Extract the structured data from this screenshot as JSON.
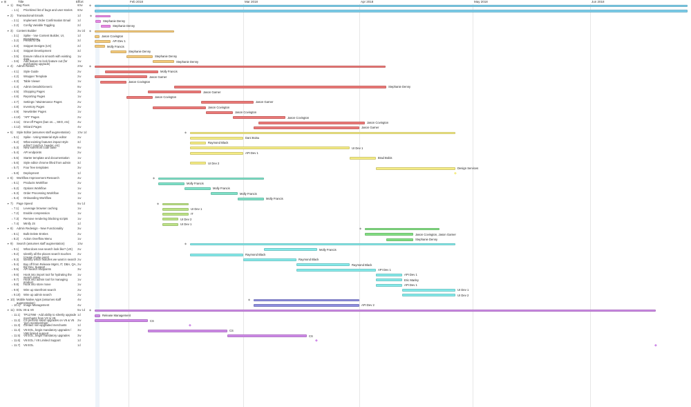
{
  "header": {
    "title": "Title",
    "effort": "Effort",
    "left_icons": "▸ ⊞"
  },
  "months": [
    "Feb 2018",
    "Mar 2018",
    "Apr 2018",
    "May 2018",
    "Jun 2018"
  ],
  "colors": {
    "blue": "#7dcfec",
    "pink": "#e88ae6",
    "orange": "#f3c97b",
    "red": "#ec7a78",
    "yellow": "#f5ec86",
    "teal": "#7fe1c8",
    "lime": "#bde387",
    "green": "#83df83",
    "cyan": "#86eaea",
    "indigo": "#8f8fe0",
    "purple": "#cf8be8"
  },
  "rows": [
    {
      "num": "1)",
      "title": "Bug Fixes",
      "effort": "60w",
      "group": true,
      "color": "blue",
      "start": 137,
      "end": 995,
      "label": ""
    },
    {
      "num": "1.1)",
      "title": "Prioritized list of bugs and user stories",
      "effort": "60w",
      "color": "blue",
      "start": 137,
      "end": 995,
      "label": ""
    },
    {
      "num": "2)",
      "title": "Transactional Emails",
      "effort": "1d",
      "group": true,
      "color": "pink",
      "start": 138,
      "end": 160,
      "label": ""
    },
    {
      "num": "2.1)",
      "title": "Implement Order Confirmation Email",
      "effort": "1d",
      "color": "pink",
      "start": 138,
      "end": 146,
      "label": "Stephanie Denny"
    },
    {
      "num": "2.2)",
      "title": "Config Variable Toggling",
      "effort": "2d",
      "color": "pink",
      "start": 146,
      "end": 160,
      "label": "Stephanie Denny"
    },
    {
      "num": "3)",
      "title": "Content Builder",
      "effort": "3w 2d",
      "group": true,
      "color": "orange",
      "start": 137,
      "end": 252,
      "label": ""
    },
    {
      "num": "3.1)",
      "title": "Spike - Vue Content Builder, UI, Persistence",
      "effort": "1d",
      "color": "orange",
      "start": 137,
      "end": 144,
      "label": "Jason Covington"
    },
    {
      "num": "3.2)",
      "title": "Persist to DB",
      "effort": "3d",
      "color": "orange",
      "start": 137,
      "end": 160,
      "label": "API Dev 1"
    },
    {
      "num": "3.3)",
      "title": "Snippet Designs (UX)",
      "effort": "2d",
      "color": "orange",
      "start": 137,
      "end": 152,
      "label": "Molly Francis"
    },
    {
      "num": "3.4)",
      "title": "Snippet Development",
      "effort": "3d",
      "color": "orange",
      "start": 160,
      "end": 183,
      "label": "Stephanie Denny"
    },
    {
      "num": "3.5)",
      "title": "Ensure rollout is smooth with existing data",
      "effort": "1w",
      "color": "orange",
      "start": 183,
      "end": 221,
      "label": "Stephanie Denny"
    },
    {
      "num": "3.6)",
      "title": "Add feature to lock feature out (for purchasing upgrade)",
      "effort": "1w",
      "color": "orange",
      "start": 221,
      "end": 252,
      "label": "Stephanie Denny"
    },
    {
      "num": "4)",
      "title": "Admin Reskin",
      "effort": "20w",
      "group": true,
      "color": "red",
      "start": 137,
      "end": 558,
      "label": ""
    },
    {
      "num": "4.1)",
      "title": "Style Guide",
      "effort": "2w",
      "color": "red",
      "start": 152,
      "end": 229,
      "label": "Molly Francis"
    },
    {
      "num": "4.2)",
      "title": "Wrapper Template",
      "effort": "2w",
      "color": "red",
      "start": 137,
      "end": 213,
      "label": "Jason Garner"
    },
    {
      "num": "4.3)",
      "title": "Table Viewer",
      "effort": "1w",
      "color": "red",
      "start": 145,
      "end": 183,
      "label": "Jason Covington"
    },
    {
      "num": "4.4)",
      "title": "Admin Details/Generic",
      "effort": "8w",
      "color": "red",
      "start": 252,
      "end": 559,
      "label": "Stephanie Denny"
    },
    {
      "num": "4.5)",
      "title": "Shopping Pages",
      "effort": "2w",
      "color": "red",
      "start": 214,
      "end": 291,
      "label": "Jason Garner"
    },
    {
      "num": "4.6)",
      "title": "Reporting Pages",
      "effort": "1w",
      "color": "red",
      "start": 183,
      "end": 221,
      "label": "Jason Covington"
    },
    {
      "num": "4.7)",
      "title": "Settings / Maintenance Pages",
      "effort": "2w",
      "color": "red",
      "start": 291,
      "end": 367,
      "label": "Jason Garner"
    },
    {
      "num": "4.8)",
      "title": "Inventory Pages",
      "effort": "2w",
      "color": "red",
      "start": 221,
      "end": 298,
      "label": "Jason Covington"
    },
    {
      "num": "4.9)",
      "title": "Newsletter Pages",
      "effort": "1w",
      "color": "red",
      "start": 298,
      "end": 337,
      "label": "Jason Covington"
    },
    {
      "num": "4.10)",
      "title": "\"API\" Pages",
      "effort": "2w",
      "color": "red",
      "start": 337,
      "end": 413,
      "label": "Jason Covington"
    },
    {
      "num": "4.11)",
      "title": "One-off Pages (ban on..., SEO, etc)",
      "effort": "4w",
      "color": "red",
      "start": 374,
      "end": 528,
      "label": "Jason Covington"
    },
    {
      "num": "4.12)",
      "title": "Wizard Pages",
      "effort": "4w",
      "color": "red",
      "start": 367,
      "end": 520,
      "label": "Jason Garner"
    },
    {
      "num": "5)",
      "title": "Style Editor (assumes staff augmentation)",
      "effort": "10w 1d",
      "group": true,
      "color": "yellow",
      "start": 275,
      "end": 659,
      "label": ""
    },
    {
      "num": "5.1)",
      "title": "Spike - Using Material style editor",
      "effort": "2w",
      "color": "yellow",
      "start": 275,
      "end": 352,
      "label": "Dani Boisu"
    },
    {
      "num": "5.2)",
      "title": "What existing features impact style editor? (anchor, header, etc)",
      "effort": "3d",
      "color": "yellow",
      "start": 275,
      "end": 298,
      "label": "Raymond Black"
    },
    {
      "num": "5.3)",
      "title": "New storefront code base",
      "effort": "6w",
      "color": "yellow",
      "start": 275,
      "end": 506,
      "label": "UI Dev 1"
    },
    {
      "num": "5.4)",
      "title": "API endpoints",
      "effort": "2w",
      "color": "yellow",
      "start": 275,
      "end": 352,
      "label": "API Dev 1"
    },
    {
      "num": "5.5)",
      "title": "Starter template and documentation",
      "effort": "1w",
      "color": "yellow",
      "start": 506,
      "end": 544,
      "label": "Brad Bobis"
    },
    {
      "num": "5.6)",
      "title": "Style editor chrome lifted from admin",
      "effort": "3d",
      "color": "yellow",
      "start": 275,
      "end": 298,
      "label": "UI Dev 2"
    },
    {
      "num": "5.7)",
      "title": "Four free templates",
      "effort": "3w",
      "color": "yellow",
      "start": 544,
      "end": 659,
      "label": "Design Services"
    },
    {
      "num": "5.8)",
      "title": "Deployment",
      "effort": "1d",
      "milestone": true,
      "color": "yellow",
      "start": 659,
      "end": 659,
      "label": ""
    },
    {
      "num": "6)",
      "title": "Workflow Improvement Research",
      "effort": "4w",
      "group": true,
      "color": "teal",
      "start": 229,
      "end": 382,
      "label": ""
    },
    {
      "num": "6.1)",
      "title": "Products Workflow",
      "effort": "2w",
      "color": "teal",
      "start": 229,
      "end": 267,
      "label": "Molly Francis"
    },
    {
      "num": "6.2)",
      "title": "Options Workflow",
      "effort": "1w",
      "color": "teal",
      "start": 267,
      "end": 305,
      "label": "Molly Francis"
    },
    {
      "num": "6.3)",
      "title": "Order Processing Workflow",
      "effort": "1w",
      "color": "teal",
      "start": 305,
      "end": 344,
      "label": "Molly Francis"
    },
    {
      "num": "6.4)",
      "title": "Onboarding Workflow",
      "effort": "1w",
      "color": "teal",
      "start": 344,
      "end": 382,
      "label": "Molly Francis"
    },
    {
      "num": "7)",
      "title": "Page Speed",
      "effort": "6w 1d",
      "group": true,
      "color": "lime",
      "start": 235,
      "end": 273,
      "label": ""
    },
    {
      "num": "7.1)",
      "title": "Leverage browser caching",
      "effort": "1w",
      "color": "lime",
      "start": 235,
      "end": 273,
      "label": "UI Dev 1"
    },
    {
      "num": "7.2)",
      "title": "Enable compression",
      "effort": "1w",
      "color": "lime",
      "start": 235,
      "end": 273,
      "label": "IT"
    },
    {
      "num": "7.3)",
      "title": "Remove rendering blocking scripts",
      "effort": "1w",
      "color": "lime",
      "start": 235,
      "end": 258,
      "label": "UI Dev 2"
    },
    {
      "num": "7.4)",
      "title": "Minify JS",
      "effort": "1d",
      "color": "lime",
      "start": 235,
      "end": 258,
      "label": "UI Dev 1"
    },
    {
      "num": "8)",
      "title": "Admin Redesign - New Functionality",
      "effort": "3w",
      "group": true,
      "color": "green",
      "start": 528,
      "end": 636,
      "label": ""
    },
    {
      "num": "8.1)",
      "title": "Bulk Delete Entries",
      "effort": "2w",
      "color": "green",
      "start": 528,
      "end": 598,
      "label": "Jason Covington, Jason Garner"
    },
    {
      "num": "8.2)",
      "title": "Action Overflow Menu",
      "effort": "1w",
      "color": "green",
      "start": 559,
      "end": 598,
      "label": "Stephanie Denny"
    },
    {
      "num": "9)",
      "title": "Search (assumes staff augmentation)",
      "effort": "10w",
      "group": true,
      "color": "cyan",
      "start": 275,
      "end": 659,
      "label": ""
    },
    {
      "num": "9.1)",
      "title": "What does new search look like? (UX)",
      "effort": "2w",
      "color": "cyan",
      "start": 382,
      "end": 459,
      "label": "Molly Francis"
    },
    {
      "num": "9.2)",
      "title": "Identify all the places search touches (create choke point)",
      "effort": "2w",
      "color": "cyan",
      "start": 275,
      "end": 352,
      "label": "Raymond Black"
    },
    {
      "num": "9.3)",
      "title": "Identify which features we want in search",
      "effort": "2w",
      "color": "cyan",
      "start": 352,
      "end": 429,
      "label": "Raymond Black"
    },
    {
      "num": "9.4)",
      "title": "Buy off from Release Mgmt, IT, DBA, QA, Biz Dev, Support",
      "effort": "2w",
      "color": "cyan",
      "start": 429,
      "end": 506,
      "label": "Raymond Black"
    },
    {
      "num": "9.5)",
      "title": "API search endpoints",
      "effort": "3w",
      "color": "cyan",
      "start": 429,
      "end": 544,
      "label": "API Dev 1"
    },
    {
      "num": "9.6)",
      "title": "Hook into import tool for hydrating the search index",
      "effort": "1w",
      "color": "cyan",
      "start": 544,
      "end": 582,
      "label": "API Dev 1"
    },
    {
      "num": "9.7)",
      "title": "Hook into admin tool for managing product",
      "effort": "1w",
      "color": "cyan",
      "start": 544,
      "end": 582,
      "label": "Eric Marley"
    },
    {
      "num": "9.8)",
      "title": "Hook into store move",
      "effort": "1w",
      "color": "cyan",
      "start": 544,
      "end": 582,
      "label": "API Dev 1"
    },
    {
      "num": "9.9)",
      "title": "Wire up storefront search",
      "effort": "2w",
      "color": "cyan",
      "start": 582,
      "end": 659,
      "label": "UI Dev 1"
    },
    {
      "num": "9.10)",
      "title": "Wire up admin search",
      "effort": "2w",
      "color": "cyan",
      "start": 582,
      "end": 659,
      "label": "UI Dev 2"
    },
    {
      "num": "10)",
      "title": "Mobile Native Apps (assumes staff augmentation)",
      "effort": "4w",
      "group": true,
      "color": "indigo",
      "start": 367,
      "end": 520,
      "label": ""
    },
    {
      "num": "10.1)",
      "title": "Image Management",
      "effort": "4w",
      "color": "indigo",
      "start": 367,
      "end": 520,
      "label": "API Dev 2"
    },
    {
      "num": "11)",
      "title": "EOL V8 & V8",
      "effort": "5w 1d",
      "group": true,
      "color": "purple",
      "start": 137,
      "end": 949,
      "label": ""
    },
    {
      "num": "11.1)",
      "title": "TP1278M - Add ability to silently upgrade merchants from V3 to V8",
      "effort": "1d",
      "color": "purple",
      "start": 137,
      "end": 145,
      "label": "Release Management"
    },
    {
      "num": "11.2)",
      "title": "CS perform silent upgrades on V6 & V5 'gym memberships'",
      "effort": "2w",
      "color": "purple",
      "start": 137,
      "end": 214,
      "label": "CS"
    },
    {
      "num": "11.3)",
      "title": "Contact non-upgraded merchants",
      "effort": "1d",
      "milestone": true,
      "color": "purple",
      "start": 275,
      "end": 275,
      "label": ""
    },
    {
      "num": "11.4)",
      "title": "V6 EOL, begin mandatory upgrades / V6B limited support",
      "effort": "3w",
      "color": "purple",
      "start": 214,
      "end": 329,
      "label": "CS"
    },
    {
      "num": "11.5)",
      "title": "V6 EOL, begin mandatory upgrades",
      "effort": "3w",
      "color": "purple",
      "start": 329,
      "end": 444,
      "label": "CS"
    },
    {
      "num": "11.6)",
      "title": "V6 EOL / V8 Limited Support",
      "effort": "1d",
      "milestone": true,
      "color": "purple",
      "start": 458,
      "end": 458,
      "label": ""
    },
    {
      "num": "11.7)",
      "title": "V6 EOL",
      "effort": "1d",
      "milestone": true,
      "color": "purple",
      "start": 949,
      "end": 949,
      "label": ""
    }
  ]
}
